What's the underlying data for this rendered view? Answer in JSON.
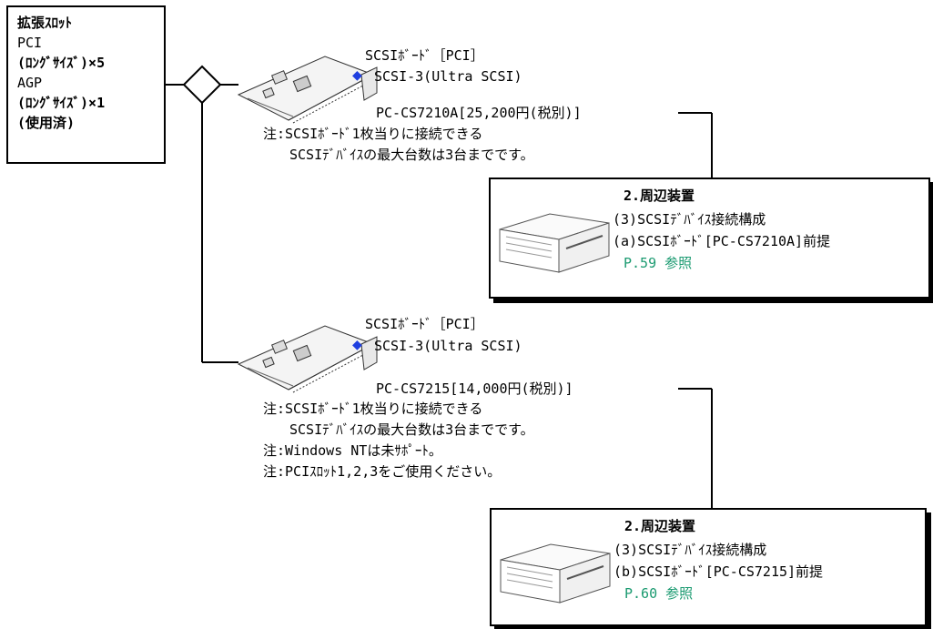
{
  "slot_box": {
    "title": "拡張ｽﾛｯﾄ",
    "lines": [
      "PCI",
      "(ﾛﾝｸﾞｻｲｽﾞ)×5",
      "AGP",
      "(ﾛﾝｸﾞｻｲｽﾞ)×1",
      "(使用済)"
    ]
  },
  "boards": [
    {
      "title": "SCSIﾎﾞｰﾄﾞ［PCI］",
      "bullet": "◆",
      "spec": "SCSI-3(Ultra SCSI)",
      "price": "PC-CS7210A[25,200円(税別)]",
      "notes": [
        "注:SCSIﾎﾞｰﾄﾞ1枚当りに接続できる",
        "SCSIﾃﾞﾊﾞｲｽの最大台数は3台までです。"
      ],
      "ref": {
        "section": "2.周辺装置",
        "line1": "(3)SCSIﾃﾞﾊﾞｲｽ接続構成",
        "line2": "(a)SCSIﾎﾞｰﾄﾞ[PC-CS7210A]前提",
        "page": "P.59 参照"
      }
    },
    {
      "title": "SCSIﾎﾞｰﾄﾞ［PCI］",
      "bullet": "◆",
      "spec": "SCSI-3(Ultra SCSI)",
      "price": "PC-CS7215[14,000円(税別)]",
      "notes": [
        "注:SCSIﾎﾞｰﾄﾞ1枚当りに接続できる",
        "SCSIﾃﾞﾊﾞｲｽの最大台数は3台までです。",
        "注:Windows NTは未ｻﾎﾟｰﾄ。",
        "注:PCIｽﾛｯﾄ1,2,3をご使用ください。"
      ],
      "ref": {
        "section": "2.周辺装置",
        "line1": "(3)SCSIﾃﾞﾊﾞｲｽ接続構成",
        "line2": "(b)SCSIﾎﾞｰﾄﾞ[PC-CS7215]前提",
        "page": "P.60 参照"
      }
    }
  ],
  "colors": {
    "diamond": "#1f3fe0",
    "page_ref": "#1a9a70"
  }
}
